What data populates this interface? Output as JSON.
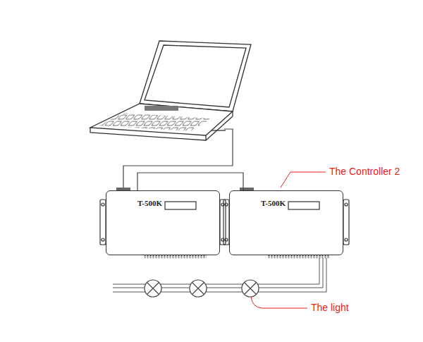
{
  "diagram": {
    "nodes": [
      {
        "text": [
          "T-500K"
        ]
      },
      {
        "text": [
          "T-500K"
        ]
      }
    ],
    "edges": [
      {
        "from": 0,
        "to": 1,
        "arrow": "none"
      }
    ],
    "labels": [
      "The Controller 2",
      "The light"
    ]
  }
}
